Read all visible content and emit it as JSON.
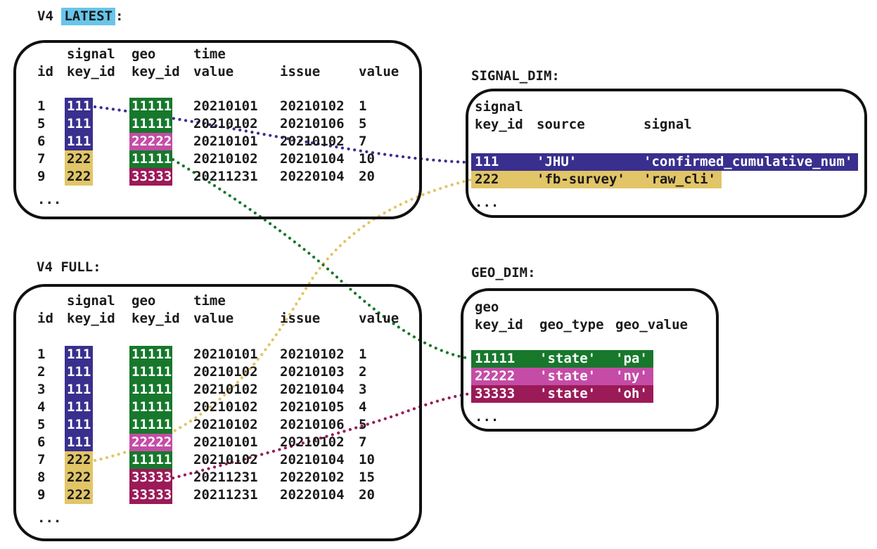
{
  "colors": {
    "cyan_highlight": "#67c5ea",
    "purple": "#392f8e",
    "gold": "#e1c566",
    "green": "#17782c",
    "orchid": "#c44ca6",
    "crimson": "#9b1a58",
    "border": "#111111",
    "text": "#1a1a1a",
    "highlight_text_light": "#ffffff"
  },
  "key_colors": {
    "111": "purple",
    "222": "gold",
    "11111": "green",
    "22222": "orchid",
    "33333": "crimson"
  },
  "labels": {
    "v4_latest_prefix": "V4 ",
    "v4_latest_word": "LATEST",
    "v4_latest_suffix": ":",
    "v4_full": "V4 FULL:",
    "signal_dim": "SIGNAL_DIM:",
    "geo_dim": "GEO_DIM:"
  },
  "tables": {
    "v4_latest": {
      "headers": {
        "line1": [
          "",
          "signal",
          "geo",
          "time",
          "",
          ""
        ],
        "line2": [
          "id",
          "key_id",
          "key_id",
          "value",
          "issue",
          "value"
        ]
      },
      "rows": [
        {
          "id": "1",
          "signal_key_id": "111",
          "geo_key_id": "11111",
          "time_value": "20210101",
          "issue": "20210102",
          "value": "1"
        },
        {
          "id": "5",
          "signal_key_id": "111",
          "geo_key_id": "11111",
          "time_value": "20210102",
          "issue": "20210106",
          "value": "5"
        },
        {
          "id": "6",
          "signal_key_id": "111",
          "geo_key_id": "22222",
          "time_value": "20210101",
          "issue": "20210102",
          "value": "7"
        },
        {
          "id": "7",
          "signal_key_id": "222",
          "geo_key_id": "11111",
          "time_value": "20210102",
          "issue": "20210104",
          "value": "10"
        },
        {
          "id": "9",
          "signal_key_id": "222",
          "geo_key_id": "33333",
          "time_value": "20211231",
          "issue": "20220104",
          "value": "20"
        }
      ],
      "ellipsis": "..."
    },
    "v4_full": {
      "headers": {
        "line1": [
          "",
          "signal",
          "geo",
          "time",
          "",
          ""
        ],
        "line2": [
          "id",
          "key_id",
          "key_id",
          "value",
          "issue",
          "value"
        ]
      },
      "rows": [
        {
          "id": "1",
          "signal_key_id": "111",
          "geo_key_id": "11111",
          "time_value": "20210101",
          "issue": "20210102",
          "value": "1"
        },
        {
          "id": "2",
          "signal_key_id": "111",
          "geo_key_id": "11111",
          "time_value": "20210102",
          "issue": "20210103",
          "value": "2"
        },
        {
          "id": "3",
          "signal_key_id": "111",
          "geo_key_id": "11111",
          "time_value": "20210102",
          "issue": "20210104",
          "value": "3"
        },
        {
          "id": "4",
          "signal_key_id": "111",
          "geo_key_id": "11111",
          "time_value": "20210102",
          "issue": "20210105",
          "value": "4"
        },
        {
          "id": "5",
          "signal_key_id": "111",
          "geo_key_id": "11111",
          "time_value": "20210102",
          "issue": "20210106",
          "value": "5"
        },
        {
          "id": "6",
          "signal_key_id": "111",
          "geo_key_id": "22222",
          "time_value": "20210101",
          "issue": "20210102",
          "value": "7"
        },
        {
          "id": "7",
          "signal_key_id": "222",
          "geo_key_id": "11111",
          "time_value": "20210102",
          "issue": "20210104",
          "value": "10"
        },
        {
          "id": "8",
          "signal_key_id": "222",
          "geo_key_id": "33333",
          "time_value": "20211231",
          "issue": "20220102",
          "value": "15"
        },
        {
          "id": "9",
          "signal_key_id": "222",
          "geo_key_id": "33333",
          "time_value": "20211231",
          "issue": "20220104",
          "value": "20"
        }
      ],
      "ellipsis": "..."
    },
    "signal_dim": {
      "headers": {
        "line1": "signal",
        "line2": [
          "key_id",
          "source",
          "signal"
        ]
      },
      "rows": [
        {
          "signal_key_id": "111",
          "source": "'JHU'",
          "signal": "'confirmed_cumulative_num'",
          "highlight": "purple"
        },
        {
          "signal_key_id": "222",
          "source": "'fb-survey'",
          "signal": "'raw_cli'",
          "highlight": "gold"
        }
      ],
      "ellipsis": "..."
    },
    "geo_dim": {
      "headers": {
        "line1": "geo",
        "line2": [
          "key_id",
          "geo_type",
          "geo_value"
        ]
      },
      "rows": [
        {
          "geo_key_id": "11111",
          "geo_type": "'state'",
          "geo_value": "'pa'",
          "highlight": "green"
        },
        {
          "geo_key_id": "22222",
          "geo_type": "'state'",
          "geo_value": "'ny'",
          "highlight": "orchid"
        },
        {
          "geo_key_id": "33333",
          "geo_type": "'state'",
          "geo_value": "'oh'",
          "highlight": "crimson"
        }
      ],
      "ellipsis": "..."
    }
  },
  "connectors": [
    {
      "key": "111",
      "color": "purple",
      "links": "V4 LATEST id=1 signal key_id 111 to SIGNAL_DIM 111"
    },
    {
      "key": "222",
      "color": "gold",
      "links": "SIGNAL_DIM 222 to V4 FULL id=7 signal key_id 222"
    },
    {
      "key": "11111",
      "color": "green",
      "links": "V4 LATEST id=7 geo key_id 11111 to GEO_DIM 11111"
    },
    {
      "key": "33333",
      "color": "crimson",
      "links": "V4 FULL id=8 geo key_id 33333 to GEO_DIM 33333"
    }
  ]
}
